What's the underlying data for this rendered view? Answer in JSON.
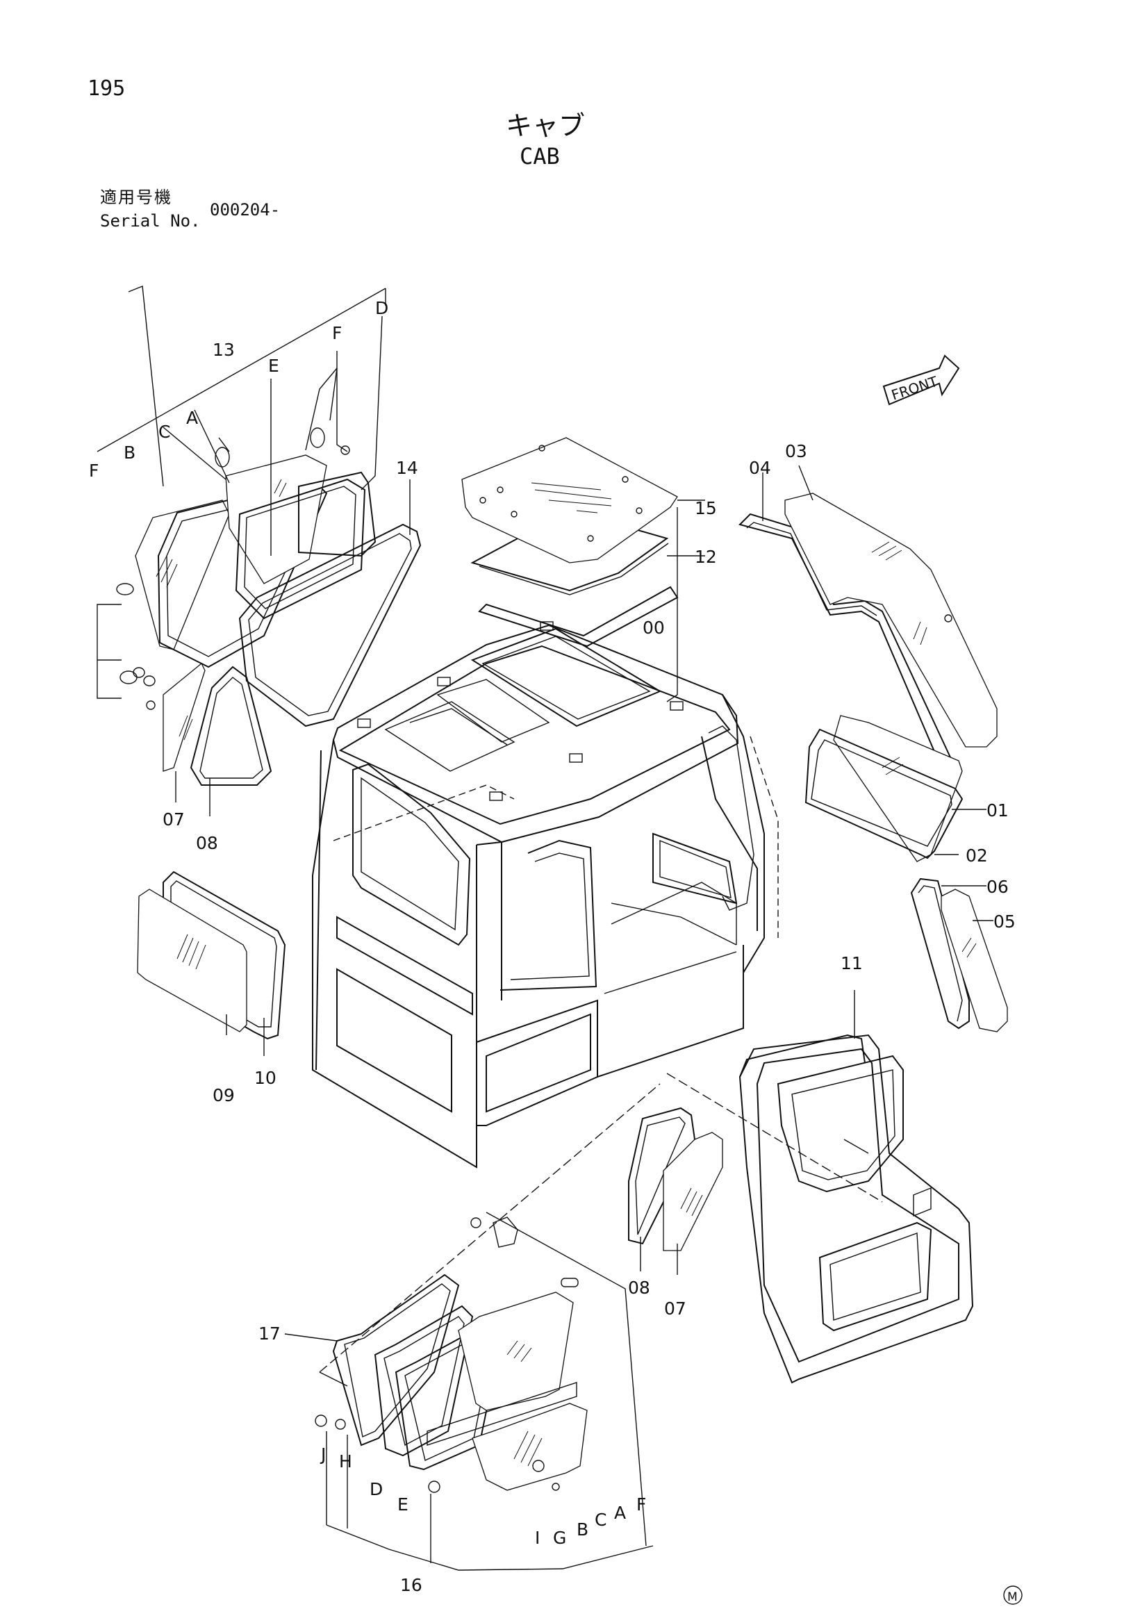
{
  "page_number": "195",
  "title_jp": "キャブ",
  "title_en": "CAB",
  "serial": {
    "label_jp": "適用号機",
    "label_en": "Serial No.",
    "value": "000204-"
  },
  "front_indicator": "FRONT",
  "mark": "M",
  "callouts": {
    "c00": "00",
    "c01": "01",
    "c02": "02",
    "c03": "03",
    "c04": "04",
    "c05": "05",
    "c06": "06",
    "c07a": "07",
    "c07b": "07",
    "c08a": "08",
    "c08b": "08",
    "c09": "09",
    "c10": "10",
    "c11": "11",
    "c12": "12",
    "c13": "13",
    "c14": "14",
    "c15": "15",
    "c16": "16",
    "c17": "17"
  },
  "letters_top": {
    "A": "A",
    "B": "B",
    "C": "C",
    "D": "D",
    "E": "E",
    "F1": "F",
    "F2": "F"
  },
  "letters_bottom": {
    "J": "J",
    "H": "H",
    "D": "D",
    "E": "E",
    "I": "I",
    "G": "G",
    "B": "B",
    "C": "C",
    "A": "A",
    "F": "F"
  }
}
